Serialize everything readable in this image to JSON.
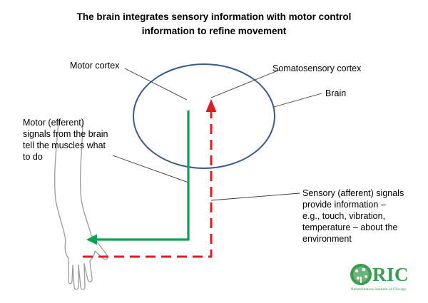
{
  "title_line1": "The brain integrates sensory information with motor control",
  "title_line2": "information to refine movement",
  "labels": {
    "motor_cortex": "Motor cortex",
    "somatosensory_cortex": "Somatosensory cortex",
    "brain": "Brain",
    "motor_signals": [
      "Motor (efferent)",
      "signals from the brain",
      "tell the muscles what",
      "to do"
    ],
    "sensory_signals": [
      "Sensory (afferent) signals",
      "provide information –",
      "e.g., touch, vibration,",
      "temperature – about the",
      "environment"
    ]
  },
  "logo": {
    "name": "RIC",
    "subtitle": "Rehabilitation Institute of Chicago"
  },
  "colors": {
    "brain_outline": "#3b5a8a",
    "motor_path": "#00a651",
    "sensory_path": "#e31b23",
    "arm_outline": "#9a9a9a",
    "logo": "#3b9b50"
  }
}
